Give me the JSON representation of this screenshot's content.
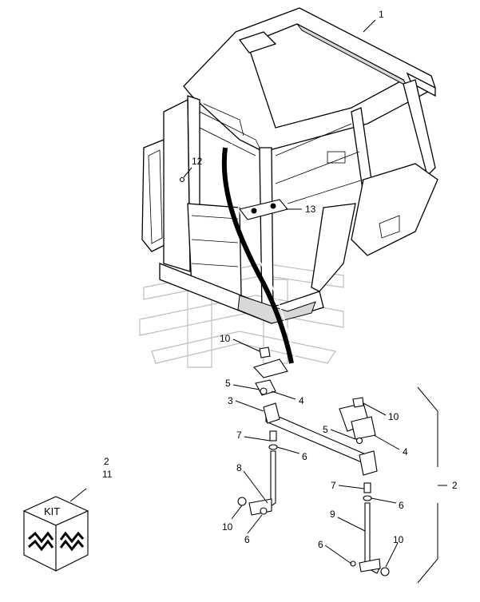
{
  "labels": {
    "cab": "1",
    "kit_group": "2",
    "bar": "3",
    "bracket_left": "4",
    "bracket_right": "4",
    "bolt_left": "5",
    "bolt_right": "5",
    "washer_left": "6",
    "washer_right": "6",
    "washer_lower_left": "6",
    "washer_lower_right": "6",
    "nut_left": "7",
    "nut_right": "7",
    "rod_left": "8",
    "rod_right": "9",
    "nut_top": "10",
    "nut_upper_right": "10",
    "nut_lower_left": "10",
    "nut_lower_right": "10",
    "screw": "12",
    "plate": "13",
    "kit_ref_a": "2",
    "kit_ref_b": "11"
  },
  "kit": {
    "label": "KIT"
  }
}
